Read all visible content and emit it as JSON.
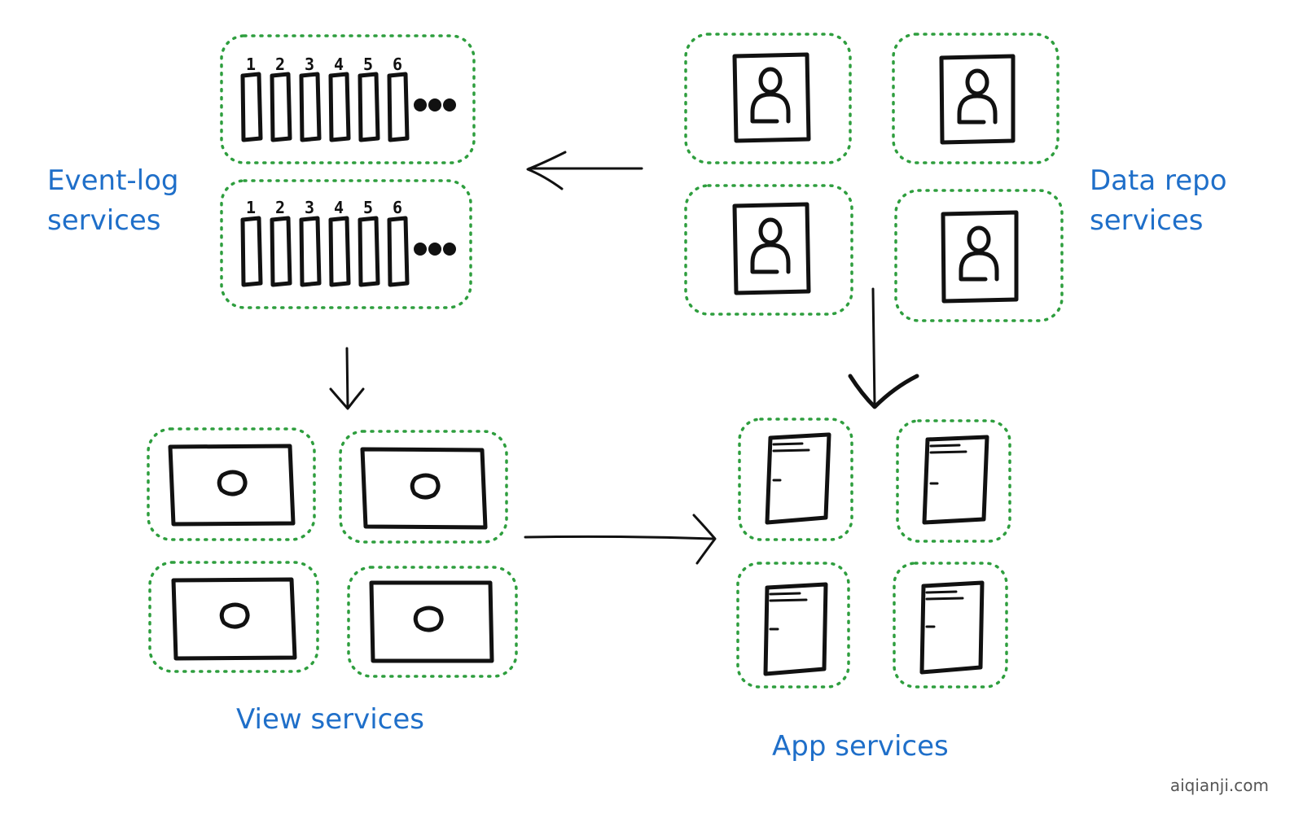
{
  "labels": {
    "event_log": [
      "Event-log",
      "services"
    ],
    "data_repo": [
      "Data repo",
      "services"
    ],
    "view": "View services",
    "app": "App services"
  },
  "event_log_numbers": [
    "1",
    "2",
    "3",
    "4",
    "5",
    "6"
  ],
  "watermark": "aiqianji.com",
  "colors": {
    "label": "#1f6fc9",
    "group_border": "#2e9e3e",
    "ink": "#111111"
  },
  "icons": {
    "event_log_group": "log-slots-icon",
    "data_repo_group": "user-document-icon",
    "view_group": "screen-icon",
    "app_group": "page-icon"
  }
}
